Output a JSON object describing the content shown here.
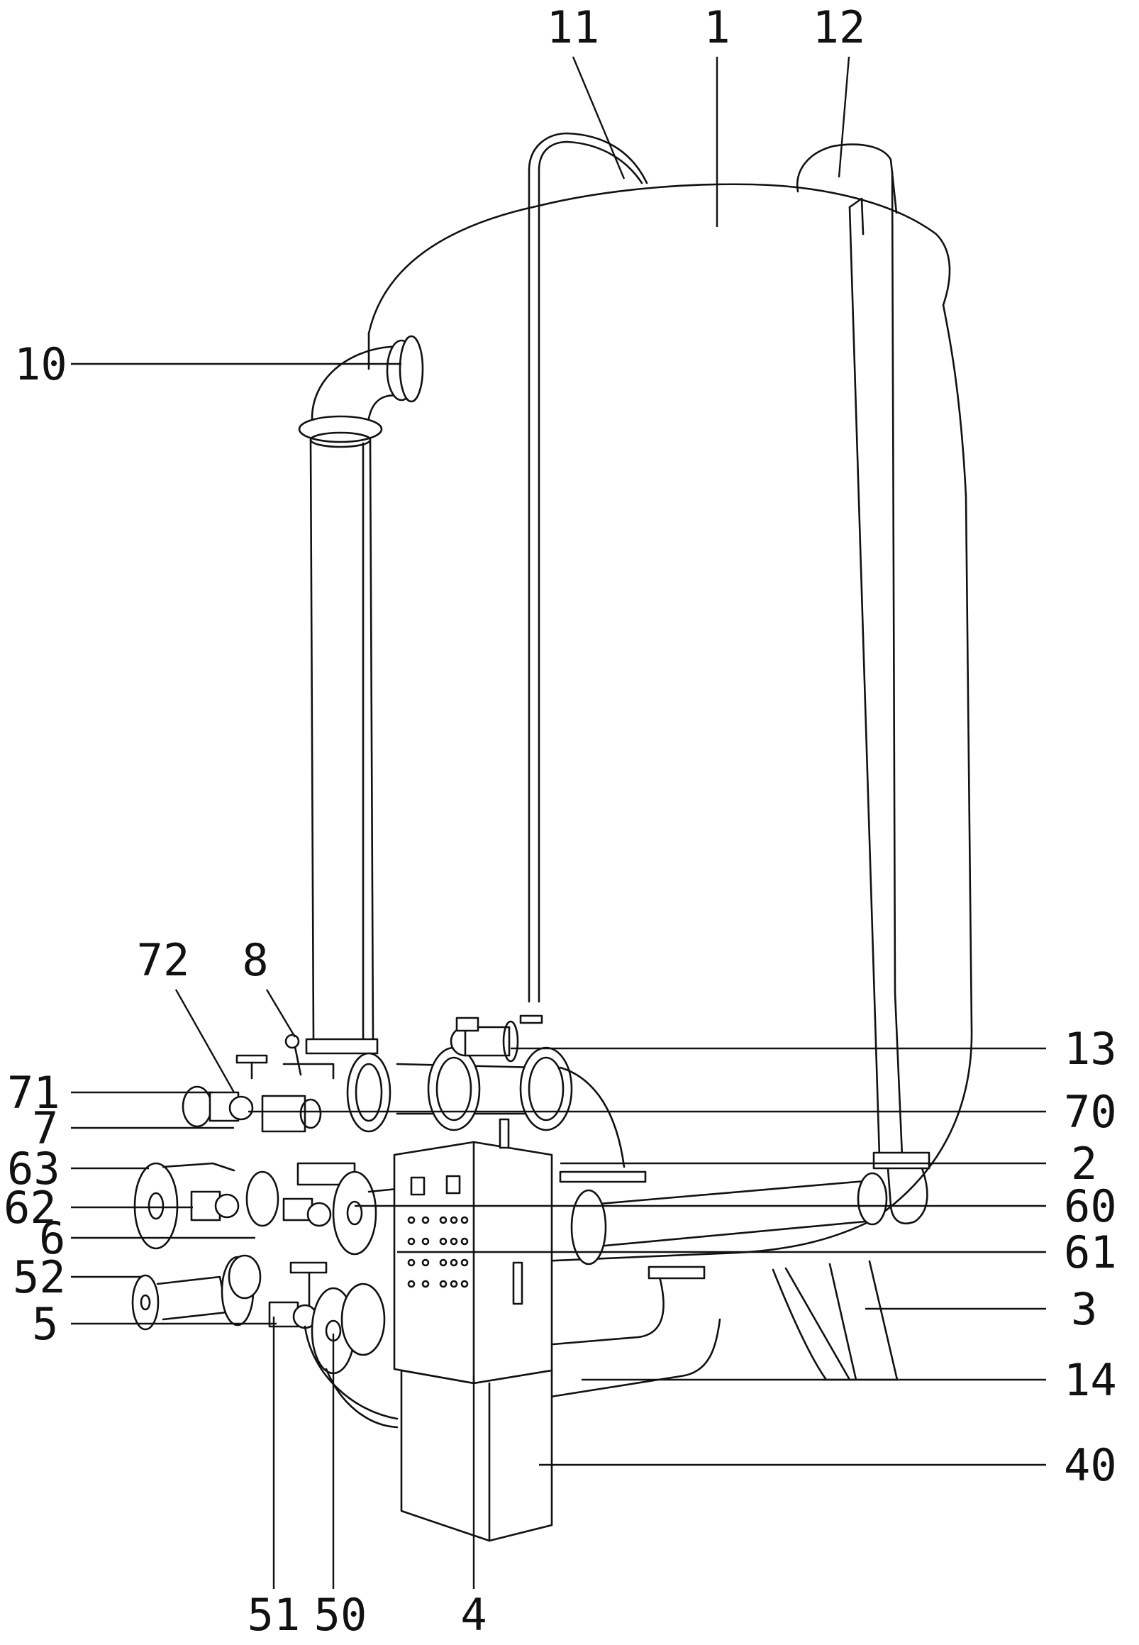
{
  "labels": {
    "l11": "11",
    "l1": "1",
    "l12": "12",
    "l10": "10",
    "l72": "72",
    "l8": "8",
    "l71": "71",
    "l7": "7",
    "l63": "63",
    "l62": "62",
    "l6": "6",
    "l52": "52",
    "l5": "5",
    "l13": "13",
    "l70": "70",
    "l2": "2",
    "l60": "60",
    "l61": "61",
    "l3": "3",
    "l14": "14",
    "l40": "40",
    "l51": "51",
    "l50": "50",
    "l4": "4"
  },
  "colors": {
    "line": "#111111",
    "background": "#ffffff"
  }
}
